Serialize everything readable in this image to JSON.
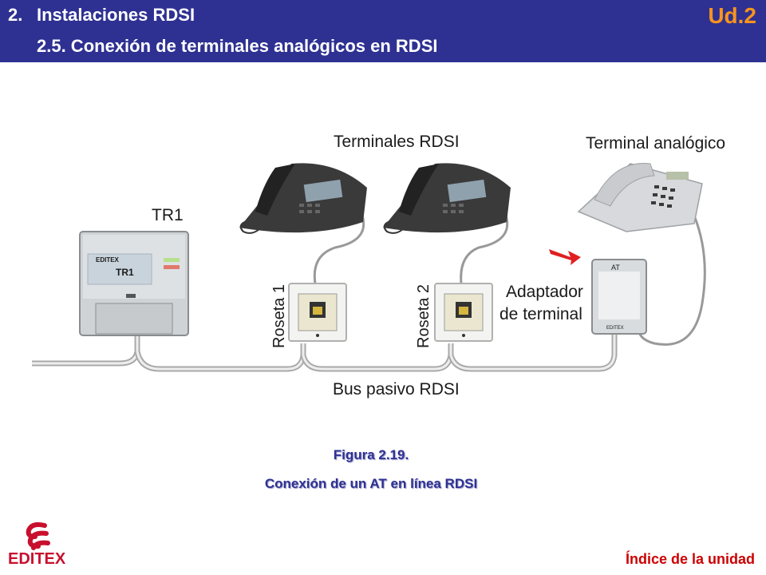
{
  "header": {
    "number": "2.",
    "title": "Instalaciones RDSI",
    "subtitle": "2.5. Conexión de terminales analógicos en RDSI",
    "unit": "Ud.2"
  },
  "diagram": {
    "labels": {
      "terminales_rdsi": "Terminales RDSI",
      "terminal_analogico": "Terminal analógico",
      "tr1": "TR1",
      "roseta1": "Roseta 1",
      "roseta2": "Roseta 2",
      "adaptador_line1": "Adaptador",
      "adaptador_line2": "de terminal",
      "bus": "Bus pasivo RDSI",
      "tr1_brand": "EDITEX",
      "tr1_device": "TR1",
      "at": "AT",
      "at_brand": "EDITEX"
    }
  },
  "caption": {
    "figure": "Figura 2.19.",
    "text": "Conexión de un AT en línea RDSI"
  },
  "footer": {
    "logo_text": "EDITEX",
    "index_link": "Índice de la unidad"
  },
  "colors": {
    "header_bg": "#2e3192",
    "unit_color": "#f7941d",
    "caption_color": "#2e3192",
    "index_color": "#cc0000",
    "logo_color": "#c8102e"
  }
}
